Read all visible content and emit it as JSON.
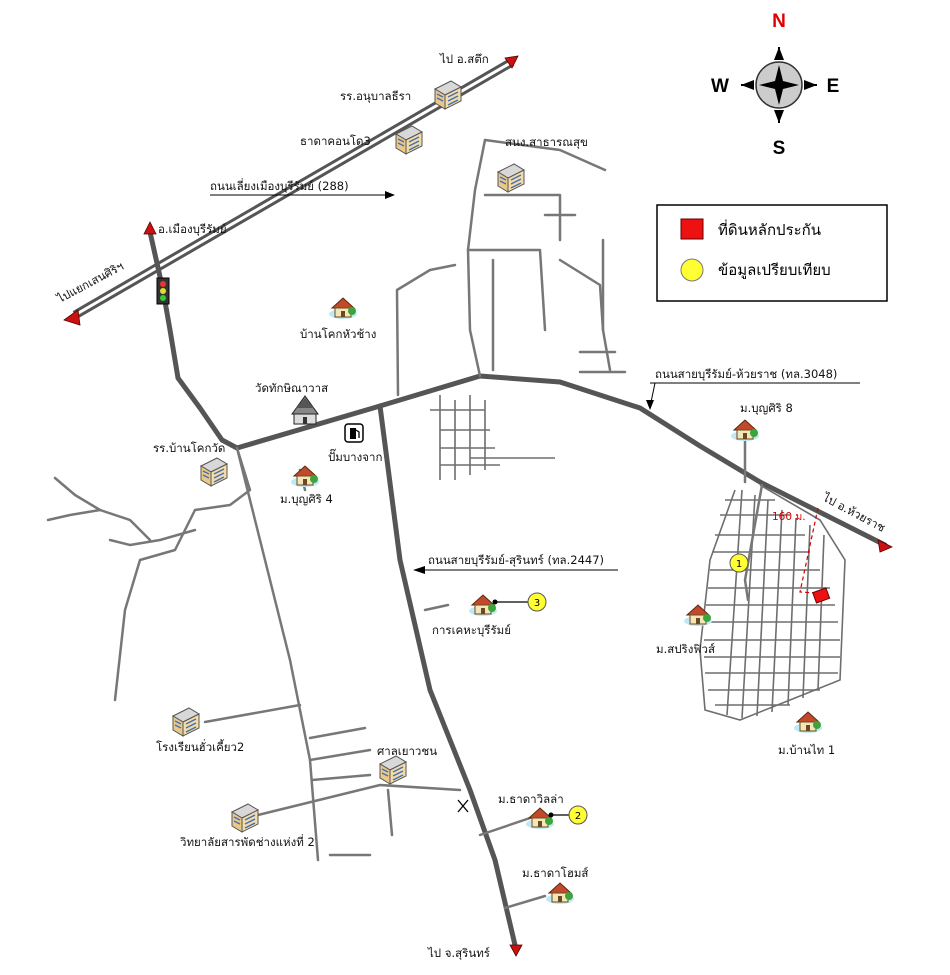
{
  "compass": {
    "north": "N",
    "south": "S",
    "east": "E",
    "west": "W"
  },
  "legend": {
    "subject_land": "ที่ดินหลักประกัน",
    "comparable_data": "ข้อมูลเปรียบเทียบ",
    "subject_color": "#ee1111",
    "comparable_color": "#ffff33"
  },
  "roads": {
    "bypass": "ถนนเลี่ยงเมืองบุรีรัมย์ (288)",
    "buriram_huairat": "ถนนสายบุรีรัมย์-ห้วยราช (ทล.3048)",
    "buriram_surin": "ถนนสายบุรีรัมย์-สุรินทร์ (ทล.2447)"
  },
  "directions": {
    "to_satuek": "ไป อ.สตึก",
    "to_mueang": "อ.เมืองบุรีรัมย์",
    "to_saensiri": "ไปแยกเสนศิริฯ",
    "to_huairat": "ไป อ.ห้วยราช",
    "to_surin": "ไป จ.สุรินทร์"
  },
  "places": {
    "anuban_school": "รร.อนุบาลธีรา",
    "thada_condo": "ธาดาคอนโด3",
    "health_office": "สนง.สาธารณสุข",
    "ban_khok_huachang": "บ้านโคกหัวช้าง",
    "wat": "วัดทักษิณาวาส",
    "gas_station": "ปั๊มบางจาก",
    "ban_khok_wat_school": "รร.บ้านโคกวัด",
    "boonsiri4": "ม.บุญศิริ 4",
    "boonsiri8": "ม.บุญศิริ 8",
    "kehar": "การเคหะบุรีรัมย์",
    "spring_views": "ม.สปริงฟิวส์",
    "ban_thai1": "ม.บ้านไท 1",
    "huachiew_school": "โรงเรียนฮั่วเคี้ยว2",
    "youth_court": "ศาลเยาวชน",
    "thada_villa": "ม.ธาดาวิลล่า",
    "thada_home": "ม.ธาดาโฮมส์",
    "technical_college": "วิทยาลัยสารพัดช่างแห่งที่ 2"
  },
  "markers": {
    "comp1": "1",
    "comp2": "2",
    "comp3": "3"
  },
  "distance_label": "160 ม."
}
